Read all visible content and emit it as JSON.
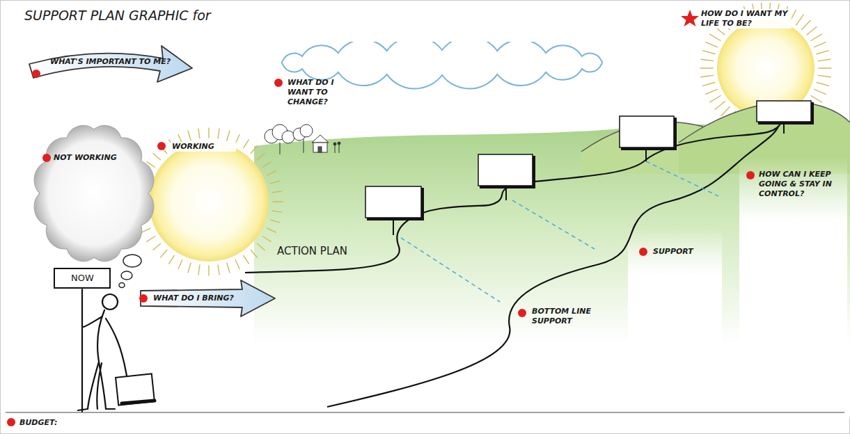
{
  "diagram": {
    "title": "SUPPORT PLAN GRAPHIC for",
    "nodes": [
      {
        "text": [
          "WHAT'S IMPORTANT TO ME?"
        ]
      },
      {
        "text": [
          "WHAT DO I WANT TO CHANGE?"
        ]
      },
      {
        "text": [
          "HOW DO I WANT MY LIFE TO BE?"
        ]
      },
      {
        "text": [
          "NOT WORKING"
        ]
      },
      {
        "text": [
          "WORKING"
        ]
      },
      {
        "text": [
          "NOW"
        ]
      },
      {
        "text": [
          "WHAT DO I BRING?"
        ]
      }
    ],
    "labels": [
      "ACTION PLAN",
      "BOTTOM LINE SUPPORT",
      "SUPPORT",
      "HOW CAN I KEEP GOING & STAY IN CONTROL?",
      "BUDGET:"
    ]
  }
}
